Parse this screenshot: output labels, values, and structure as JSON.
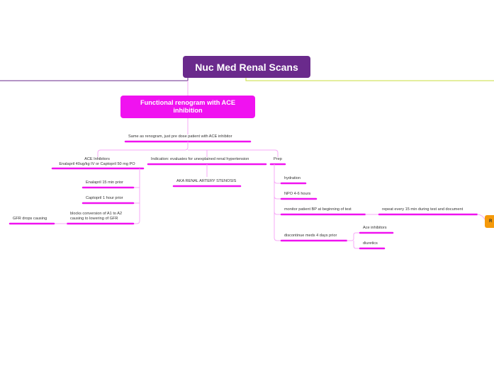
{
  "root": {
    "title": "Nuc Med Renal Scans"
  },
  "main_topic": {
    "title": "Functional renogram with ACE inhibition"
  },
  "nodes": {
    "same_as": "Same as renogram, just pre dose patient with ACE inhibitor",
    "ace_inhibitors_1": "ACE Inhibitors",
    "ace_inhibitors_2": "Enalapril 40ug/kg IV or Captopril 50 mg PO",
    "enalapril": "Enalapril 15 min prior",
    "captopril": "Captopril 1 hour prior",
    "blocks_1": "blocks conversion of A1 to A2",
    "blocks_2": "causing to lowering of GFR",
    "gfr_drops": "GFR drops causing",
    "indication": "Indication: evaluates for unexplained renal hypertension",
    "aka": "AKA RENAL ARTERY STENOSIS",
    "prep": "Prep",
    "hydration": "hydration",
    "npo": "NPO 4-6 hours",
    "monitor": "monitor patient BP at beginning of test",
    "repeat": "repeat every 15 min during test and document",
    "discontinue": "discontinue meds 4 days prior",
    "ace_inh": "Ace inhibitors",
    "diuretics": "diuretics",
    "offscreen": "R"
  },
  "colors": {
    "root": "#6a2a8c",
    "main": "#f012f0",
    "branch_line": "#f7a8f7",
    "left_line": "#6a2a8c",
    "right_line": "#c8dc3c",
    "offscreen": "#f59a0a"
  }
}
